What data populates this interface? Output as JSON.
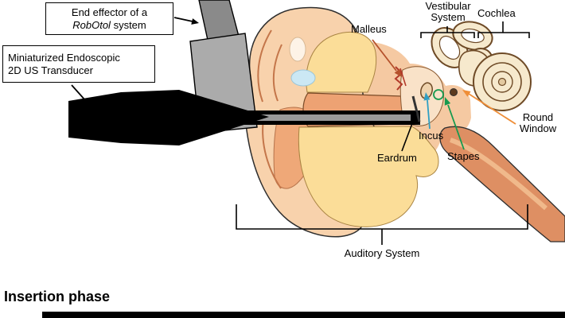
{
  "phase_label": "Insertion phase",
  "callouts": {
    "end_effector": {
      "line1": "End effector of a",
      "device_name": "RobOtol",
      "line2_suffix": " system"
    },
    "transducer": {
      "line1": "Miniaturized Endoscopic",
      "line2": "2D US Transducer"
    }
  },
  "labels": {
    "malleus": "Malleus",
    "vestibular_line1": "Vestibular",
    "vestibular_line2": "System",
    "cochlea": "Cochlea",
    "round_window_line1": "Round",
    "round_window_line2": "Window",
    "incus": "Incus",
    "eardrum": "Eardrum",
    "stapes": "Stapes",
    "auditory_system": "Auditory System"
  },
  "colors": {
    "callout_arrow": "#000000",
    "eardrum_arrow": "#000000",
    "malleus_arrow": "#b5512b",
    "incus_arrow": "#2f9fc4",
    "stapes_arrow": "#169a4f",
    "round_window_arrow": "#ef8e38",
    "skin_light": "#f8d2ac",
    "skin_mid": "#f5c9a2",
    "skin_concha": "#efa878",
    "bone_yellow": "#fbdd98",
    "ear_canal": "#eda273",
    "middle_ear": "#f9e2c8",
    "inner_ear_cream": "#f6e9cd",
    "eustachian": "#de8f63",
    "fluid_blue": "#cbe8f4",
    "device_black": "#000000",
    "effector_gray": "#ababab",
    "effector_gray_dark": "#8a8a8a",
    "rod_stripe": "#999999"
  }
}
